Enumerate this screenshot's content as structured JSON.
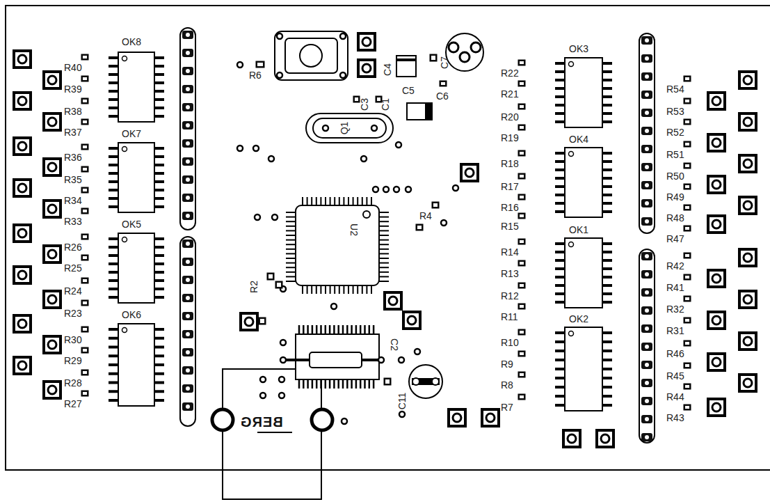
{
  "diagram": {
    "labels": [
      "OK8",
      "R40",
      "R39",
      "R38",
      "R37",
      "OK7",
      "R36",
      "R35",
      "R34",
      "R33",
      "OK5",
      "R26",
      "R25",
      "R24",
      "R23",
      "OK6",
      "R30",
      "R29",
      "R28",
      "R27",
      "R6",
      "C4",
      "C5",
      "C6",
      "C7",
      "C3",
      "C1",
      "Q1",
      "U2",
      "R4",
      "R2",
      "C2",
      "C11",
      "BERG",
      "R22",
      "R21",
      "R20",
      "R19",
      "R18",
      "R17",
      "R16",
      "R15",
      "R14",
      "R13",
      "R12",
      "R11",
      "R10",
      "R9",
      "R8",
      "R7",
      "OK3",
      "OK4",
      "OK1",
      "OK2",
      "R54",
      "R53",
      "R52",
      "R51",
      "R50",
      "R49",
      "R48",
      "R47",
      "R42",
      "R41",
      "R32",
      "R31",
      "R46",
      "R45",
      "R44",
      "R43"
    ]
  }
}
